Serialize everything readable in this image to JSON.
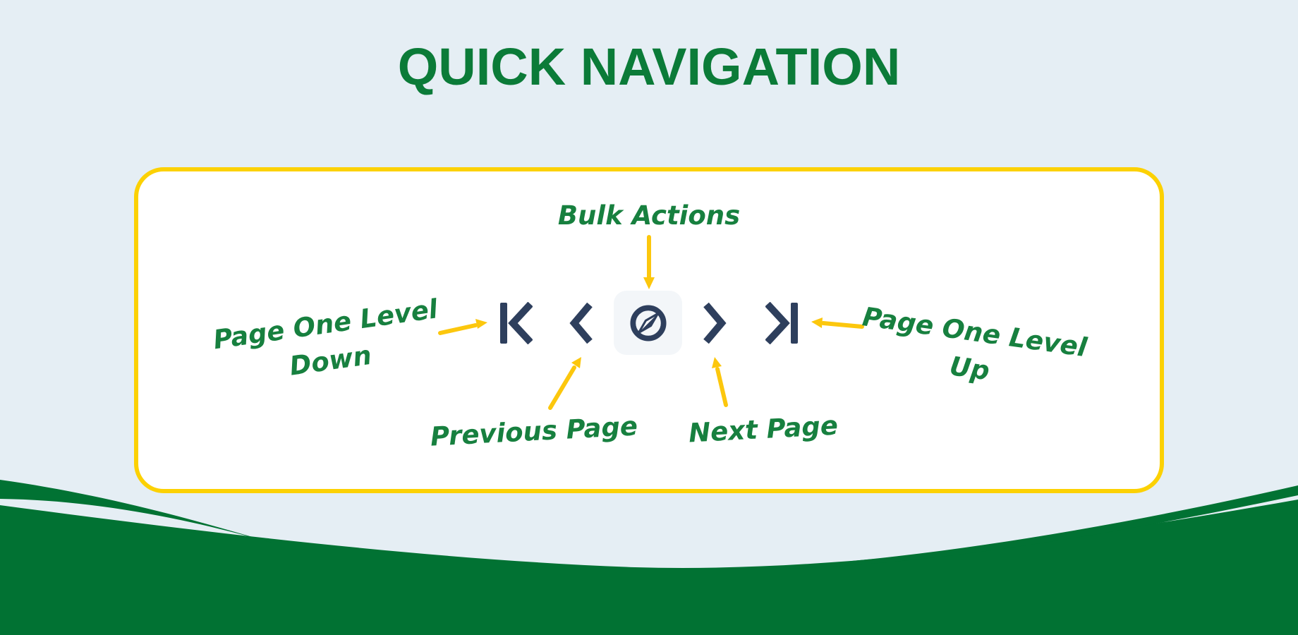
{
  "title": "QUICK NAVIGATION",
  "colors": {
    "background": "#e5eef4",
    "card_bg": "#ffffff",
    "card_border": "#fcd103",
    "title_green": "#0b7b38",
    "label_green": "#17803f",
    "arrow_yellow": "#fcc70d",
    "icon_navy": "#2e3f5d",
    "compass_tile_bg": "#f3f6f9",
    "wave_green": "#017233"
  },
  "card": {
    "annotations": {
      "bulk_actions": {
        "label": "Bulk Actions"
      },
      "page_one_level_down": {
        "line1": "Page One Level",
        "line2": "Down"
      },
      "previous_page": {
        "label": "Previous Page"
      },
      "next_page": {
        "label": "Next Page"
      },
      "page_one_level_up": {
        "line1": "Page One Level",
        "line2": "Up"
      }
    },
    "icons": {
      "first_page": "first-page-icon",
      "previous_page": "chevron-left-icon",
      "bulk_actions": "compass-icon",
      "next_page": "chevron-right-icon",
      "last_page": "last-page-icon"
    }
  }
}
